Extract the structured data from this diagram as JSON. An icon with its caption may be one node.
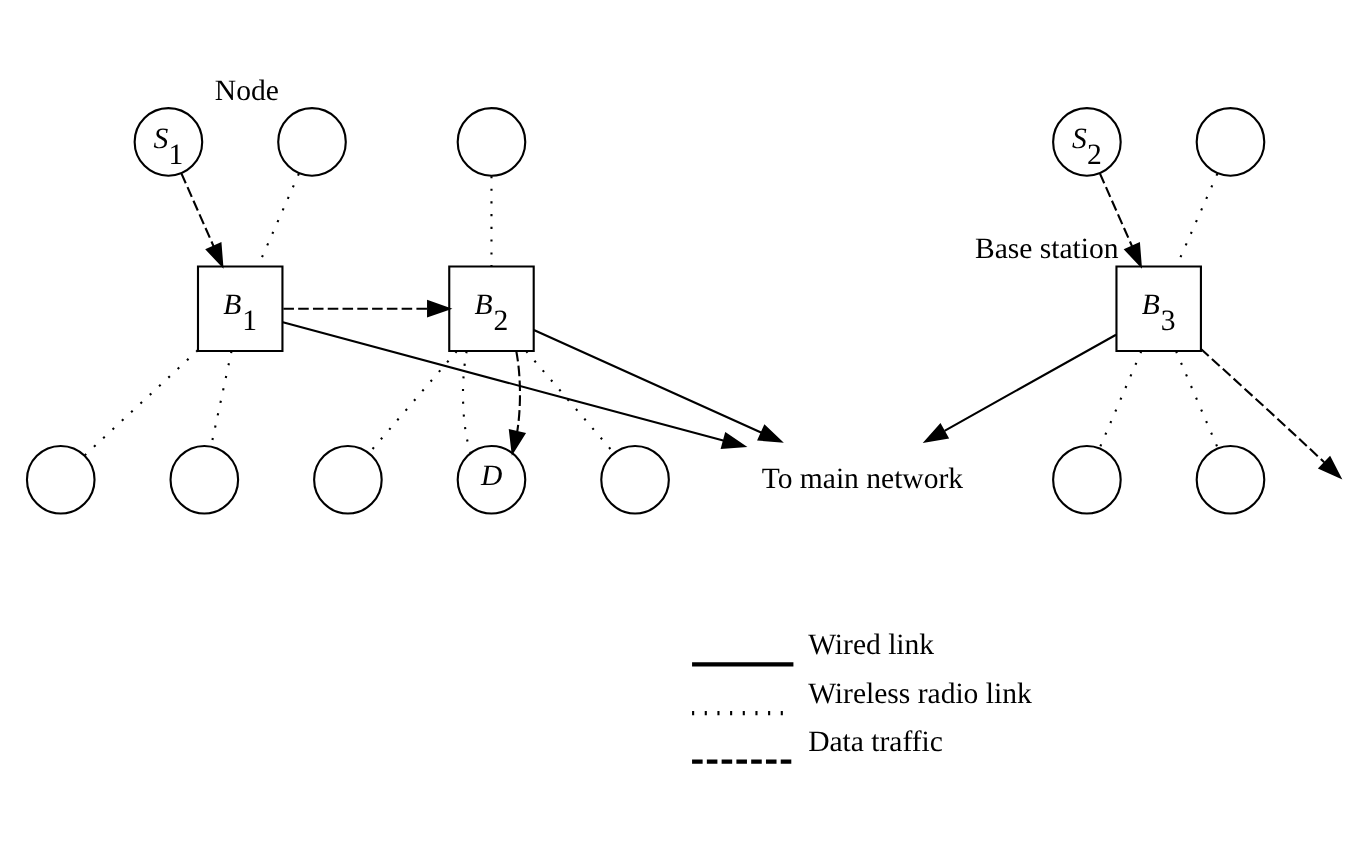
{
  "diagram": {
    "nodes": [
      {
        "text": [],
        "shape": "circle",
        "beside": [
          "Node"
        ]
      },
      {
        "text": [
          "*S*$_{1}$"
        ]
      },
      {
        "text": [
          "*B*$_{1}$"
        ]
      },
      {
        "text": [],
        "shape": "circle"
      },
      {
        "text": [],
        "shape": "circle"
      },
      {
        "text": [],
        "shape": "circle"
      },
      {
        "text": [
          "*B*$_{2}$"
        ]
      },
      {
        "text": [
          "*D*"
        ]
      },
      {
        "text": [],
        "shape": "circle"
      },
      {
        "text": [],
        "shape": "circle"
      },
      {
        "text": [],
        "shape": "circle"
      },
      {
        "text": [
          "*B*$_{3}$"
        ],
        "beside": [
          "Base station"
        ]
      },
      {
        "text": [],
        "shape": "circle"
      },
      {
        "text": [
          "*S*$_{2}$"
        ]
      },
      {
        "text": [],
        "shape": "circle"
      },
      {
        "text": [
          "To main network"
        ]
      }
    ],
    "edges": [
      {
        "from": 0,
        "to": 2,
        "arrow": "none",
        "style": "dashed"
      },
      {
        "from": 2,
        "to": 3,
        "arrow": "none",
        "style": "dashed"
      },
      {
        "from": 2,
        "to": 4,
        "arrow": "none",
        "style": "dashed"
      },
      {
        "from": 5,
        "to": 6,
        "arrow": "none",
        "style": "dashed"
      },
      {
        "from": 6,
        "to": 8,
        "arrow": "none",
        "style": "dashed"
      },
      {
        "from": 6,
        "to": 9,
        "arrow": "none",
        "style": "dashed"
      },
      {
        "from": 6,
        "to": 7,
        "arrow": "none",
        "style": "dashed"
      },
      {
        "from": 10,
        "to": 11,
        "arrow": "none",
        "style": "dashed"
      },
      {
        "from": 11,
        "to": 12,
        "arrow": "none",
        "style": "dashed"
      },
      {
        "from": 11,
        "to": 14,
        "arrow": "none",
        "style": "dashed"
      },
      {
        "from": 1,
        "to": 2,
        "arrow": "to",
        "style": "dashed"
      },
      {
        "from": 2,
        "to": 6,
        "arrow": "to",
        "style": "dashed"
      },
      {
        "from": 6,
        "to": 7,
        "arrow": "to",
        "style": "dashed"
      },
      {
        "from": 13,
        "to": 11,
        "arrow": "to",
        "style": "dashed"
      },
      {
        "from": 11,
        "to": null,
        "arrow": "to",
        "style": "dashed"
      },
      {
        "from": 2,
        "to": 15,
        "arrow": "to"
      },
      {
        "from": 6,
        "to": 15,
        "arrow": "to"
      },
      {
        "from": 11,
        "to": 15,
        "arrow": "to"
      }
    ],
    "legend": [
      {
        "text": "Wired link"
      },
      {
        "text": "Wireless radio link"
      },
      {
        "text": "Data traffic"
      }
    ]
  }
}
